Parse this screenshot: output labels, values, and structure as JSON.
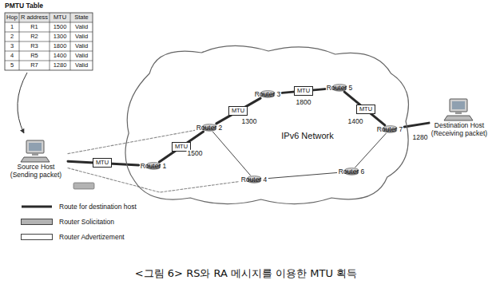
{
  "diagram": {
    "caption": "<그림 6> RS와 RA 메시지를 이용한 MTU 획득",
    "nodes": [
      {
        "text": [
          "Source Host (Sending packet)"
        ]
      },
      {
        "text": [
          "IPv6 Network"
        ]
      },
      {
        "text": [
          "Router 1"
        ],
        "in": 1
      },
      {
        "text": [
          "Router 2"
        ],
        "in": 1
      },
      {
        "text": [
          "Router 3"
        ],
        "in": 1
      },
      {
        "text": [
          "Router 5"
        ],
        "in": 1
      },
      {
        "text": [
          "Router 4"
        ],
        "in": 1
      },
      {
        "text": [
          "Router 6"
        ],
        "in": 1
      },
      {
        "text": [
          "Router 7"
        ],
        "in": 1
      },
      {
        "text": [
          "Destination Host (Receiving packet)"
        ]
      },
      {
        "text": [
          "MTU"
        ]
      },
      {
        "text": [
          "MTU"
        ],
        "in": 1
      },
      {
        "text": [
          "MTU"
        ],
        "in": 1
      },
      {
        "text": [
          "MTU"
        ],
        "in": 1
      },
      {
        "text": [
          "MTU"
        ],
        "in": 1
      }
    ],
    "edges": [
      {
        "from": 0,
        "to": 2,
        "arrow": "none"
      },
      {
        "from": 2,
        "to": 3,
        "label": "1500",
        "arrow": "none"
      },
      {
        "from": 3,
        "to": 4,
        "label": "1300",
        "arrow": "none"
      },
      {
        "from": 4,
        "to": 5,
        "label": "1800",
        "arrow": "none"
      },
      {
        "from": 5,
        "to": 8,
        "label": "1400",
        "arrow": "none"
      },
      {
        "from": 8,
        "to": 9,
        "label": "1280",
        "arrow": "none"
      },
      {
        "from": 3,
        "to": 6,
        "arrow": "none"
      },
      {
        "from": 6,
        "to": 7,
        "arrow": "none"
      },
      {
        "from": 7,
        "to": 8,
        "arrow": "none"
      },
      {
        "from": 0,
        "to": 3,
        "arrow": "none"
      },
      {
        "from": 0,
        "to": 6,
        "arrow": "none"
      }
    ],
    "labels": [
      "PMTU Table",
      "Hop",
      "R address",
      "MTU",
      "State",
      "1",
      "R1",
      "1500",
      "Valid",
      "2",
      "R2",
      "1300",
      "Valid",
      "3",
      "R3",
      "1800",
      "Valid",
      "4",
      "R5",
      "1400",
      "Valid",
      "5",
      "R7",
      "1280",
      "Valid"
    ],
    "legend": [
      {
        "text": "Route for destination host"
      },
      {
        "text": "Router Solicitation",
        "color": "#b3b3b3"
      },
      {
        "text": "Router Advertizement",
        "color": "#ffffff"
      }
    ]
  }
}
